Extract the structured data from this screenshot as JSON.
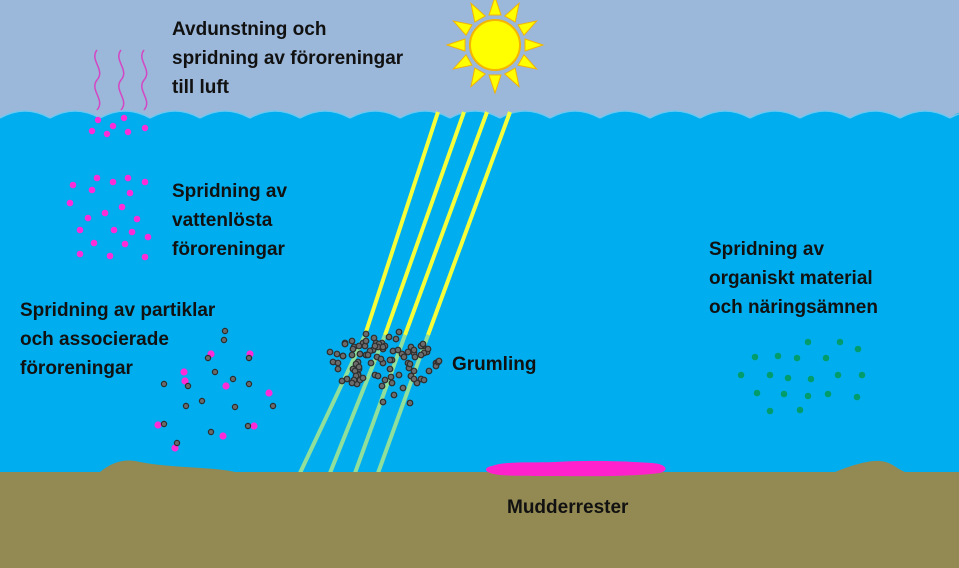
{
  "colors": {
    "sky": "#9bb7d9",
    "water": "#00aeef",
    "sediment": "#938953",
    "sun": "#ffff00",
    "sun_outline": "#f4b400",
    "sunbeam_in_water": "#f5ff3a",
    "sunbeam_muted": "#90e09b",
    "dissolved_pollutant": "#ff2bd6",
    "particle": "#4a4a4a",
    "organic_matter": "#009c6b",
    "dredge_residue": "#ff22cc"
  },
  "icons": [
    "sun-icon",
    "vapor-waves-icon"
  ],
  "labels": {
    "evaporation": [
      "Avdunstning och",
      "spridning av föroreningar",
      "till luft"
    ],
    "dissolved": [
      "Spridning av",
      "vattenlösta",
      "föroreningar"
    ],
    "particles": [
      "Spridning av partiklar",
      "och associerade",
      "föroreningar"
    ],
    "turbidity": [
      "Grumling"
    ],
    "organic": [
      "Spridning av",
      "organiskt material",
      "och näringsämnen"
    ],
    "dredge_residue": [
      "Mudderrester"
    ]
  }
}
